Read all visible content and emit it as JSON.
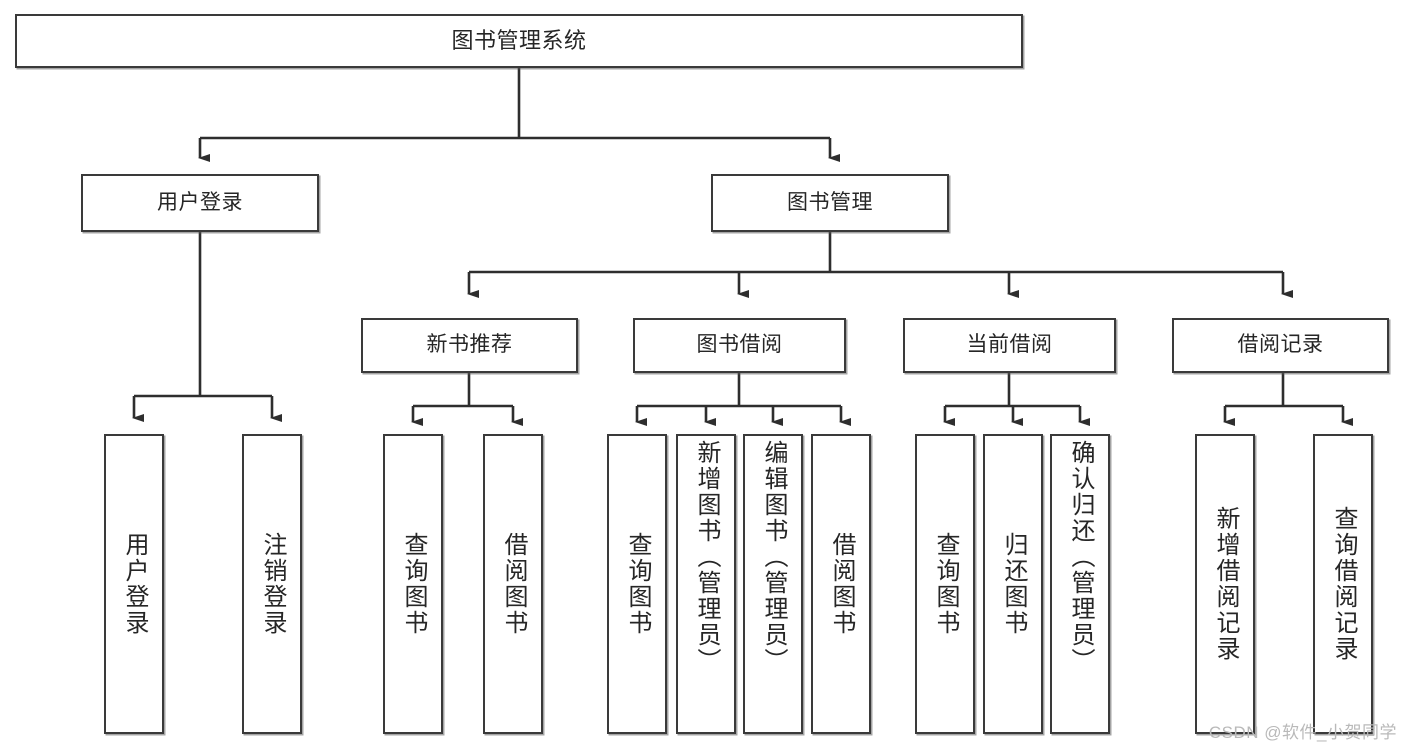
{
  "diagram": {
    "title": "图书管理系统",
    "type": "tree-hierarchy-chart",
    "colors": {
      "box_border": "#3a3a3a",
      "box_fill": "#ffffff",
      "connector": "#2e2e2e",
      "text": "#262626",
      "watermark": "#b9b9b9"
    },
    "root": {
      "label": "图书管理系统"
    },
    "level1": [
      {
        "key": "user-login",
        "label": "用户登录"
      },
      {
        "key": "book-management",
        "label": "图书管理"
      }
    ],
    "level2": [
      {
        "key": "new-book-recommend",
        "label": "新书推荐"
      },
      {
        "key": "book-borrow",
        "label": "图书借阅"
      },
      {
        "key": "current-borrow",
        "label": "当前借阅"
      },
      {
        "key": "borrow-record",
        "label": "借阅记录"
      }
    ],
    "leaves": {
      "user_login": [
        {
          "key": "leaf-user-login",
          "label": "用户登录"
        },
        {
          "key": "leaf-logout-login",
          "label": "注销登录"
        }
      ],
      "new_book_recommend": [
        {
          "key": "leaf-query-book-1",
          "label": "查询图书"
        },
        {
          "key": "leaf-borrow-book-1",
          "label": "借阅图书"
        }
      ],
      "book_borrow": [
        {
          "key": "leaf-query-book-2",
          "label": "查询图书"
        },
        {
          "key": "leaf-add-book",
          "label": "新增图书（管理员）"
        },
        {
          "key": "leaf-edit-book",
          "label": "编辑图书（管理员）"
        },
        {
          "key": "leaf-borrow-book-2",
          "label": "借阅图书"
        }
      ],
      "current_borrow": [
        {
          "key": "leaf-query-book-3",
          "label": "查询图书"
        },
        {
          "key": "leaf-return-book",
          "label": "归还图书"
        },
        {
          "key": "leaf-confirm-return",
          "label": "确认归还（管理员）"
        }
      ],
      "borrow_record": [
        {
          "key": "leaf-add-borrow-record",
          "label": "新增借阅记录"
        },
        {
          "key": "leaf-query-borrow-record",
          "label": "查询借阅记录"
        }
      ]
    },
    "watermark": "CSDN @软件_小贺同学"
  }
}
